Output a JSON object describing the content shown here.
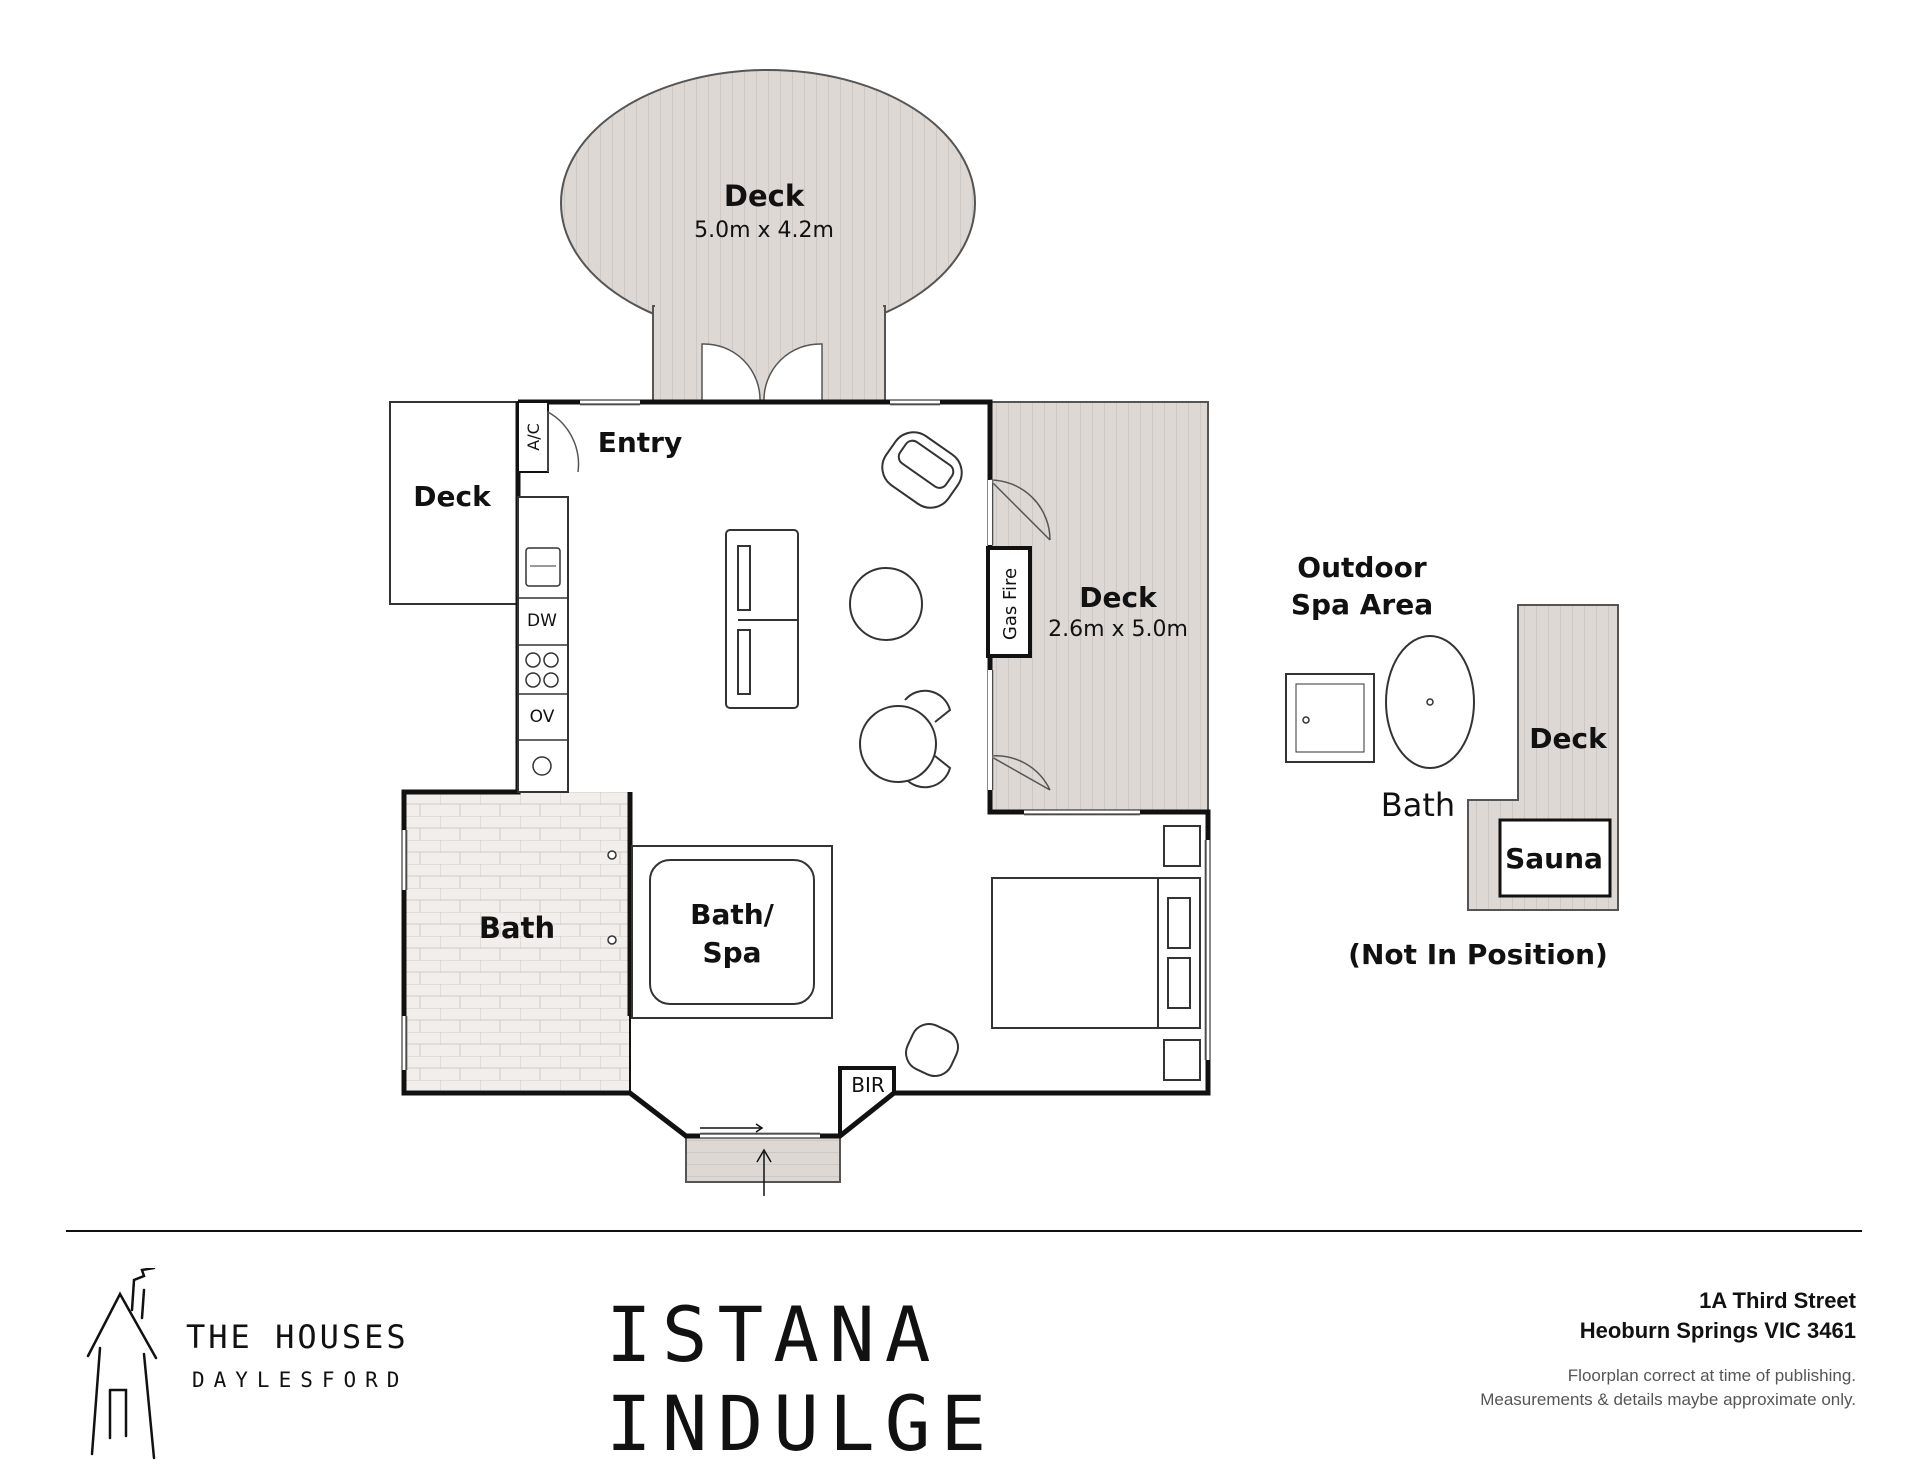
{
  "rooms": {
    "deck_top": {
      "name": "Deck",
      "dims": "5.0m x 4.2m"
    },
    "deck_left": {
      "name": "Deck"
    },
    "entry": {
      "name": "Entry"
    },
    "ac": {
      "name": "A/C"
    },
    "dw": {
      "name": "DW"
    },
    "ov": {
      "name": "OV"
    },
    "gas_fire": {
      "name": "Gas Fire"
    },
    "deck_right": {
      "name": "Deck",
      "dims": "2.6m x 5.0m"
    },
    "bath": {
      "name": "Bath"
    },
    "bath_spa": {
      "line1": "Bath/",
      "line2": "Spa"
    },
    "bir": {
      "name": "BIR"
    }
  },
  "outdoor": {
    "title_line1": "Outdoor",
    "title_line2": "Spa Area",
    "bath": "Bath",
    "deck": "Deck",
    "sauna": "Sauna",
    "note": "(Not In Position)"
  },
  "footer": {
    "brand_line1": "THE HOUSES",
    "brand_line2": "DAYLESFORD",
    "property_name": "ISTANA INDULGE",
    "address_line1": "1A Third Street",
    "address_line2": "Heoburn Springs VIC 3461",
    "disclaimer_line1": "Floorplan correct at time of publishing.",
    "disclaimer_line2": "Measurements & details maybe approximate only."
  },
  "colors": {
    "deck_fill": "#ddd8d4",
    "wall": "#111111",
    "tile_fill": "#f1eeec"
  }
}
